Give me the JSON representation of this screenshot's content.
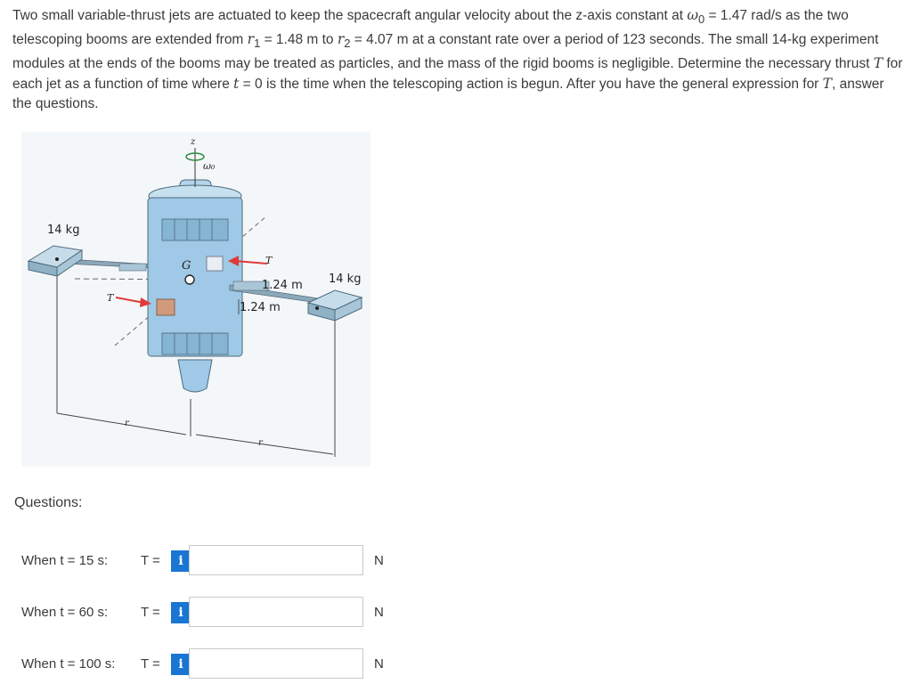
{
  "problem": {
    "p1": "Two small variable-thrust jets are actuated to keep the spacecraft angular velocity about the z-axis constant at ",
    "omega": "ω",
    "omega_sub": "0",
    "p2": " = 1.47 rad/s as the two telescoping booms are extended from ",
    "r": "r",
    "r1_sub": "1",
    "p3": " = 1.48 m to ",
    "r2_sub": "2",
    "p4": " = 4.07 m at a constant rate over a period of 123 seconds. The small 14-kg experiment modules at the ends of the booms may be treated as particles, and the mass of the rigid booms is negligible. Determine the necessary thrust ",
    "T": "T",
    "p5": " for each jet as a function of time where ",
    "t": "t",
    "p6": " = 0 is the time when the telescoping action is begun. After you have the general expression for ",
    "p7": ", answer the questions."
  },
  "figure": {
    "mass_left": "14 kg",
    "mass_right": "14 kg",
    "dim_upper": "1.24 m",
    "dim_lower": "1.24 m",
    "label_z": "z",
    "label_omega": "ω₀",
    "label_G": "G",
    "label_T_left": "T",
    "label_T_right": "T",
    "label_r_left": "r",
    "label_r_right": "r"
  },
  "questions_label": "Questions:",
  "questions": [
    {
      "label": "When t = 15 s:",
      "t_label": "T =",
      "value": "",
      "unit": "N"
    },
    {
      "label": "When t = 60 s:",
      "t_label": "T =",
      "value": "",
      "unit": "N"
    },
    {
      "label": "When t = 100 s:",
      "t_label": "T =",
      "value": "",
      "unit": "N"
    }
  ],
  "info_icon": "i",
  "colors": {
    "info_button": "#1976d2",
    "spacecraft_body": "#9fc9e6",
    "thrust_arrow": "#e03a3a"
  }
}
